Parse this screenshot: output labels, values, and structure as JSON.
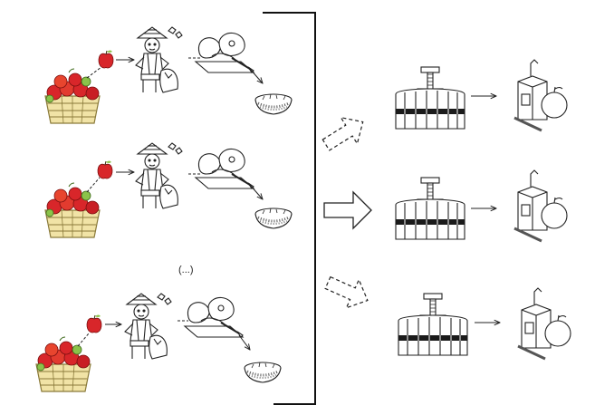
{
  "diagram": {
    "ellipsis_label": "(...)",
    "rows": [
      {
        "id": "row-1",
        "elements": [
          "apple-basket-icon",
          "apple-icon",
          "farmer-peeling-icon",
          "peeled-apples-icon",
          "apple-pulp-bowl-icon"
        ]
      },
      {
        "id": "row-2",
        "elements": [
          "apple-basket-icon",
          "apple-icon",
          "farmer-peeling-icon",
          "peeled-apples-icon",
          "apple-pulp-bowl-icon"
        ]
      },
      {
        "id": "row-3",
        "elements": [
          "apple-basket-icon",
          "apple-icon",
          "farmer-peeling-icon",
          "peeled-apples-icon",
          "apple-pulp-bowl-icon"
        ]
      }
    ],
    "outputs": [
      {
        "id": "out-1",
        "arrow_style": "dashed",
        "elements": [
          "juice-press-icon",
          "juice-box-with-apple-icon"
        ]
      },
      {
        "id": "out-2",
        "arrow_style": "solid",
        "elements": [
          "juice-press-icon",
          "juice-box-with-apple-icon"
        ]
      },
      {
        "id": "out-3",
        "arrow_style": "dashed",
        "elements": [
          "juice-press-icon",
          "juice-box-with-apple-icon"
        ]
      }
    ],
    "colors": {
      "apple_red": "#d8262a",
      "apple_green": "#8bc34a",
      "basket": "#f1e3a6",
      "basket_stroke": "#8a7a3a",
      "line": "#222222",
      "press_band": "#1a1a1a"
    }
  }
}
